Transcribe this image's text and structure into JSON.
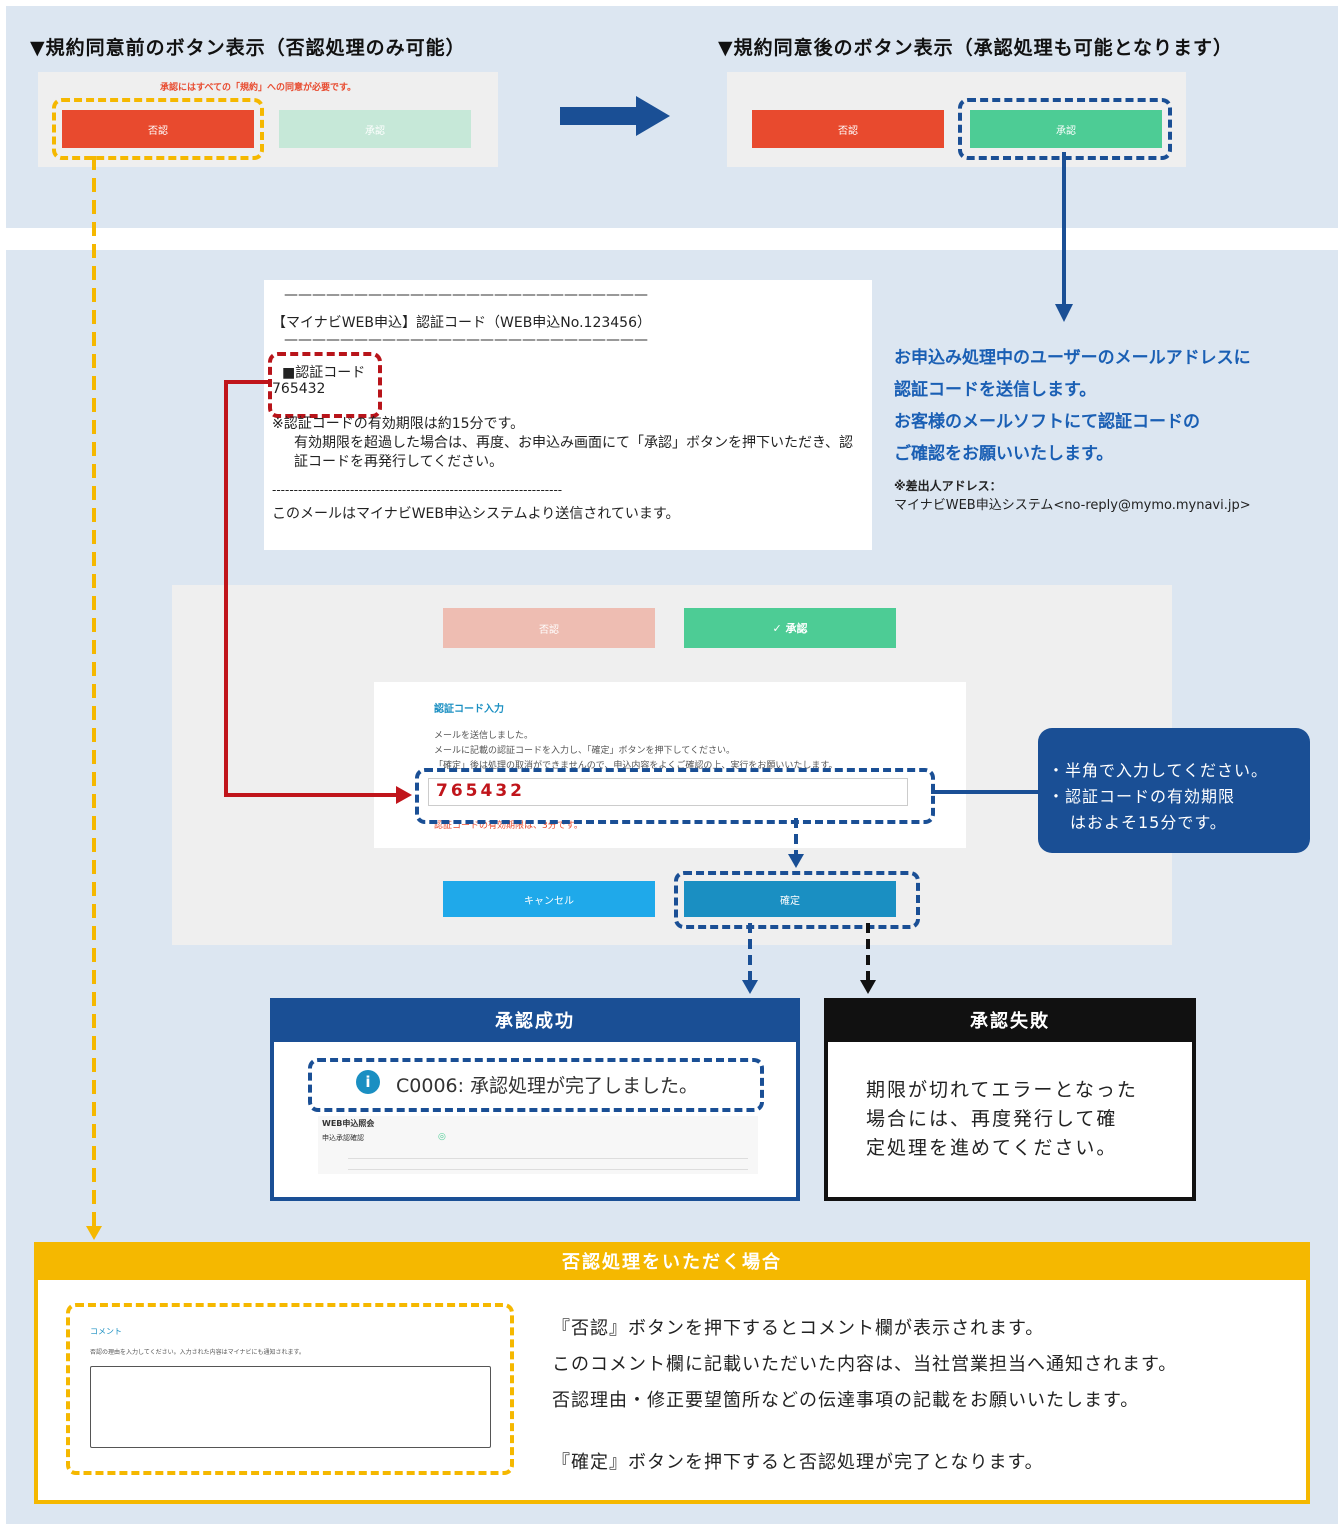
{
  "top": {
    "before_title": "▼規約同意前のボタン表示（否認処理のみ可能）",
    "after_title": "▼規約同意後のボタン表示（承認処理も可能となります）",
    "notice": "承認にはすべての「規約」への同意が必要です。",
    "reject_label": "否認",
    "approve_label": "承認"
  },
  "email": {
    "rule": "——————————————————————————",
    "subject": "【マイナビWEB申込】認証コード（WEB申込No.123456）",
    "code_label": "■認証コード",
    "code": "765432",
    "note1": "※認証コードの有効期限は約15分です。",
    "note2": "有効期限を超過した場合は、再度、お申込み画面にて「承認」ボタンを押下いただき、認",
    "note3": "証コードを再発行してください。",
    "dashes": "-------------------------------------------------------------------",
    "footer": "このメールはマイナビWEB申込システムより送信されています。"
  },
  "side": {
    "line1": "お申込み処理中のユーザーのメールアドレスに",
    "line2": "認証コードを送信します。",
    "line3": "お客様のメールソフトにて認証コードの",
    "line4": "ご確認をお願いいたします。",
    "sender_label": "※差出人アドレス：",
    "sender": "マイナビWEB申込システム<no-reply@mymo.mynavi.jp>"
  },
  "form": {
    "reject_label": "否認",
    "approve_label": "✓ 承認",
    "title": "認証コード入力",
    "msg1": "メールを送信しました。",
    "msg2": "メールに記載の認証コードを入力し、「確定」ボタンを押下してください。",
    "msg3": "「確定」後は処理の取消ができませんので、申込内容をよくご確認の上、実行をお願いいたします。",
    "code_value": "765432",
    "expiry": "認証コードの有効期限は、3分です。",
    "cancel_label": "キャンセル",
    "confirm_label": "確定"
  },
  "callout": {
    "line1": "・半角で入力してください。",
    "line2": "・認証コードの有効期限",
    "line3": "はおよそ15分です。"
  },
  "success": {
    "header": "承認成功",
    "message": "C0006: 承認処理が完了しました。",
    "table_title": "WEB申込照会",
    "table_sub": "申込承認確認"
  },
  "failure": {
    "header": "承認失敗",
    "line1": "期限が切れてエラーとなった",
    "line2": "場合には、再度発行して確",
    "line3": "定処理を進めてください。"
  },
  "reject": {
    "header": "否認処理をいただく場合",
    "comment_label": "コメント",
    "comment_help": "否認の理由を入力してください。入力された内容はマイナビにも通知されます。",
    "text1": "『否認』ボタンを押下するとコメント欄が表示されます。",
    "text2": "このコメント欄に記載いただいた内容は、当社営業担当へ通知されます。",
    "text3": "否認理由・修正要望箇所などの伝達事項の記載をお願いいたします。",
    "text4": "『確定』ボタンを押下すると否認処理が完了となります。"
  },
  "colors": {
    "red": "#e84a2e",
    "green": "#4dcc95",
    "navy": "#1a4f95",
    "yellow": "#f5b800",
    "cyan": "#1fa9ea",
    "teal": "#1a8fc2"
  }
}
